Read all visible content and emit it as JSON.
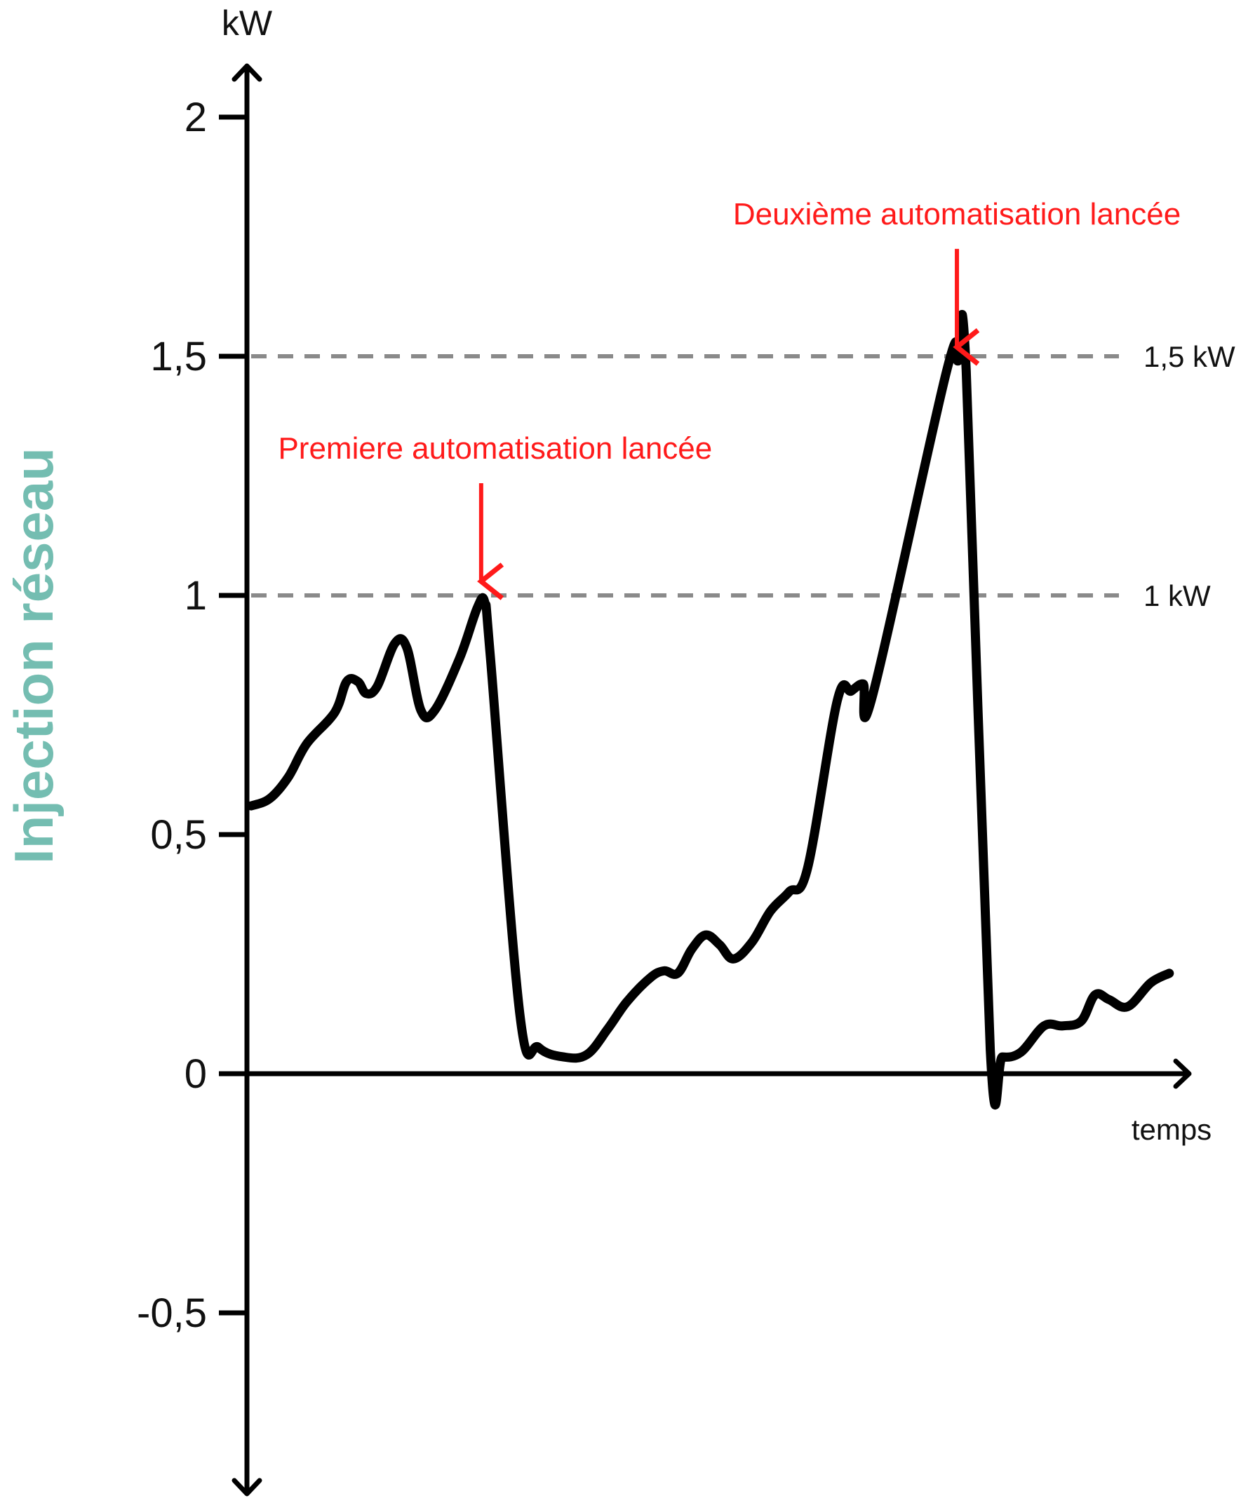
{
  "chart_data": {
    "type": "line",
    "title": "",
    "ylabel": "Injection réseau",
    "yunit": "kW",
    "xlabel": "temps",
    "ylim": [
      -0.8,
      2.2
    ],
    "xlim": [
      0,
      1
    ],
    "yticks": [
      {
        "value": 2,
        "label": "2"
      },
      {
        "value": 1.5,
        "label": "1,5"
      },
      {
        "value": 1,
        "label": "1"
      },
      {
        "value": 0.5,
        "label": "0,5"
      },
      {
        "value": 0,
        "label": "0"
      },
      {
        "value": -0.5,
        "label": "-0,5"
      }
    ],
    "reference_lines": [
      {
        "value": 1.5,
        "label": "1,5 kW",
        "color": "#8a8a8a"
      },
      {
        "value": 1,
        "label": "1 kW",
        "color": "#8a8a8a"
      }
    ],
    "annotations": [
      {
        "label": "Premiere automatisation lancée",
        "x": 0.248,
        "y": 1.0,
        "color": "#ff1a1a"
      },
      {
        "label": "Deuxième automatisation lancée",
        "x": 0.761,
        "y": 1.49,
        "color": "#ff1a1a"
      }
    ],
    "series": [
      {
        "color": "#000000",
        "points": [
          [
            0.0,
            0.56
          ],
          [
            0.02,
            0.575
          ],
          [
            0.04,
            0.62
          ],
          [
            0.06,
            0.69
          ],
          [
            0.09,
            0.755
          ],
          [
            0.103,
            0.82
          ],
          [
            0.115,
            0.82
          ],
          [
            0.124,
            0.795
          ],
          [
            0.136,
            0.81
          ],
          [
            0.155,
            0.9
          ],
          [
            0.168,
            0.89
          ],
          [
            0.183,
            0.76
          ],
          [
            0.198,
            0.76
          ],
          [
            0.225,
            0.87
          ],
          [
            0.244,
            0.975
          ],
          [
            0.252,
            0.985
          ],
          [
            0.258,
            0.87
          ],
          [
            0.29,
            0.12
          ],
          [
            0.31,
            0.055
          ],
          [
            0.337,
            0.035
          ],
          [
            0.362,
            0.04
          ],
          [
            0.385,
            0.095
          ],
          [
            0.405,
            0.15
          ],
          [
            0.43,
            0.2
          ],
          [
            0.445,
            0.215
          ],
          [
            0.46,
            0.21
          ],
          [
            0.475,
            0.26
          ],
          [
            0.49,
            0.29
          ],
          [
            0.505,
            0.27
          ],
          [
            0.52,
            0.24
          ],
          [
            0.54,
            0.275
          ],
          [
            0.56,
            0.34
          ],
          [
            0.58,
            0.38
          ],
          [
            0.6,
            0.43
          ],
          [
            0.632,
            0.78
          ],
          [
            0.647,
            0.8
          ],
          [
            0.66,
            0.815
          ],
          [
            0.67,
            0.79
          ],
          [
            0.75,
            1.47
          ],
          [
            0.762,
            1.49
          ],
          [
            0.771,
            1.47
          ],
          [
            0.797,
            0.05
          ],
          [
            0.81,
            0.035
          ],
          [
            0.83,
            0.045
          ],
          [
            0.855,
            0.1
          ],
          [
            0.875,
            0.1
          ],
          [
            0.895,
            0.11
          ],
          [
            0.91,
            0.165
          ],
          [
            0.925,
            0.155
          ],
          [
            0.945,
            0.14
          ],
          [
            0.97,
            0.19
          ],
          [
            0.99,
            0.21
          ]
        ]
      }
    ]
  }
}
